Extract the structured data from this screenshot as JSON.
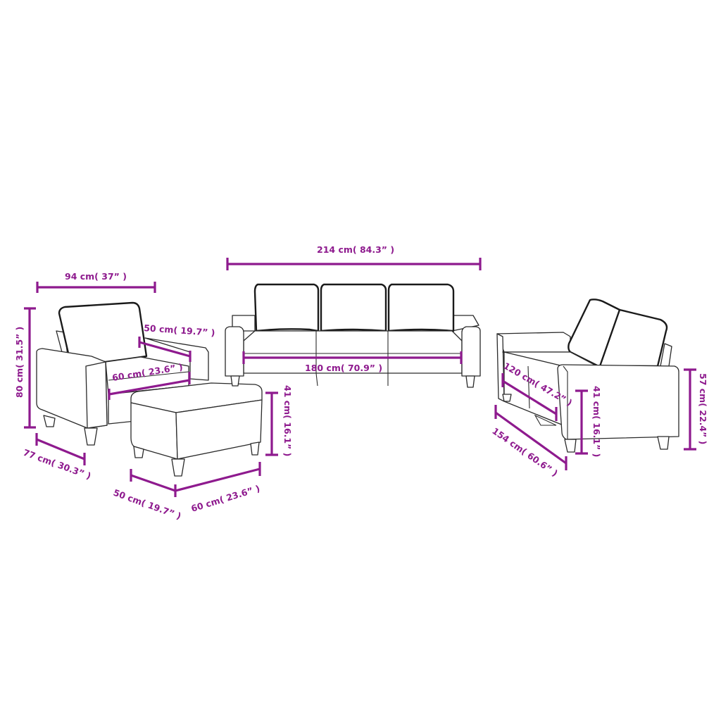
{
  "diagram": {
    "title": "",
    "accent_color": "#8e1a8e",
    "line_color": "#2a2a2a",
    "background": "#ffffff",
    "items": {
      "armchair": {
        "width": "94 cm( 37” )",
        "height": "80 cm( 31.5” )",
        "depth": "77 cm( 30.3” )",
        "seat_depth": "50 cm( 19.7” )",
        "seat_width": "60 cm( 23.6” )"
      },
      "footstool": {
        "height": "41 cm( 16.1” )",
        "depth": "50 cm( 19.7” )",
        "width": "60 cm( 23.6” )"
      },
      "three_seater": {
        "width": "214 cm( 84.3” )",
        "seat_width": "180 cm( 70.9” )"
      },
      "two_seater": {
        "seat_width": "120 cm( 47.2” )",
        "width": "154 cm( 60.6” )",
        "seat_height": "41 cm( 16.1” )",
        "arm_height": "57 cm( 22.4” )"
      }
    }
  }
}
